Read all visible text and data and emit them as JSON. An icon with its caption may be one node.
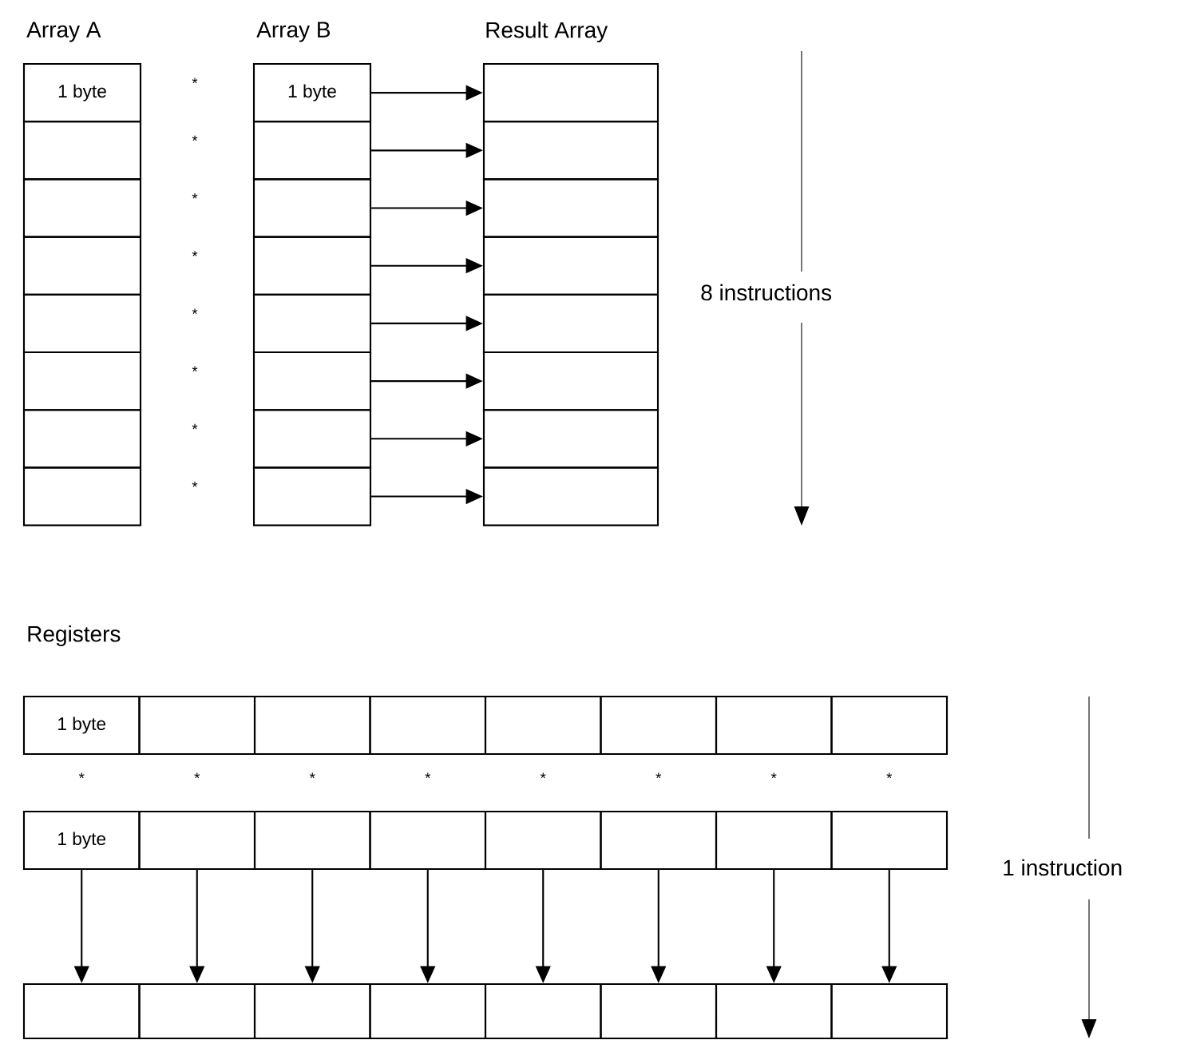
{
  "diagram": {
    "nodes": [
      {
        "text": [
          "1 byte"
        ]
      },
      {
        "text": [],
        "shape": "box"
      },
      {
        "text": [],
        "shape": "box"
      },
      {
        "text": [],
        "shape": "box"
      },
      {
        "text": [],
        "shape": "box"
      },
      {
        "text": [],
        "shape": "box"
      },
      {
        "text": [],
        "shape": "box"
      },
      {
        "text": [],
        "shape": "box"
      },
      {
        "text": [
          "1 byte"
        ]
      },
      {
        "text": [],
        "shape": "box"
      },
      {
        "text": [],
        "shape": "box"
      },
      {
        "text": [],
        "shape": "box"
      },
      {
        "text": [],
        "shape": "box"
      },
      {
        "text": [],
        "shape": "box"
      },
      {
        "text": [],
        "shape": "box"
      },
      {
        "text": [],
        "shape": "box"
      },
      {
        "text": [],
        "shape": "box"
      },
      {
        "text": [],
        "shape": "box"
      },
      {
        "text": [],
        "shape": "box"
      },
      {
        "text": [],
        "shape": "box"
      },
      {
        "text": [],
        "shape": "box"
      },
      {
        "text": [],
        "shape": "box"
      },
      {
        "text": [],
        "shape": "box"
      },
      {
        "text": [],
        "shape": "box"
      },
      {
        "text": [
          "1 byte"
        ]
      },
      {
        "text": [],
        "shape": "box"
      },
      {
        "text": [],
        "shape": "box"
      },
      {
        "text": [],
        "shape": "box"
      },
      {
        "text": [],
        "shape": "box"
      },
      {
        "text": [],
        "shape": "box"
      },
      {
        "text": [],
        "shape": "box"
      },
      {
        "text": [],
        "shape": "box"
      },
      {
        "text": [
          "1 byte"
        ]
      },
      {
        "text": [],
        "shape": "box"
      },
      {
        "text": [],
        "shape": "box"
      },
      {
        "text": [],
        "shape": "box"
      },
      {
        "text": [],
        "shape": "box"
      },
      {
        "text": [],
        "shape": "box"
      },
      {
        "text": [],
        "shape": "box"
      },
      {
        "text": [],
        "shape": "box"
      },
      {
        "text": [],
        "shape": "box"
      },
      {
        "text": [],
        "shape": "box"
      },
      {
        "text": [],
        "shape": "box"
      },
      {
        "text": [],
        "shape": "box"
      },
      {
        "text": [],
        "shape": "box"
      },
      {
        "text": [],
        "shape": "box"
      },
      {
        "text": [],
        "shape": "box"
      },
      {
        "text": [],
        "shape": "box"
      }
    ],
    "edges": [
      {
        "from": 8,
        "to": 16,
        "arrow": "to"
      },
      {
        "from": 9,
        "to": 17,
        "arrow": "to"
      },
      {
        "from": 10,
        "to": 18,
        "arrow": "to"
      },
      {
        "from": 11,
        "to": 19,
        "arrow": "to"
      },
      {
        "from": 12,
        "to": 20,
        "arrow": "to"
      },
      {
        "from": 13,
        "to": 21,
        "arrow": "to"
      },
      {
        "from": 14,
        "to": 22,
        "arrow": "to"
      },
      {
        "from": 15,
        "to": 23,
        "arrow": "to"
      },
      {
        "from": 32,
        "to": 40,
        "arrow": "to"
      },
      {
        "from": 33,
        "to": 41,
        "arrow": "to"
      },
      {
        "from": 34,
        "to": 42,
        "arrow": "to"
      },
      {
        "from": 35,
        "to": 43,
        "arrow": "to"
      },
      {
        "from": 36,
        "to": 44,
        "arrow": "to"
      },
      {
        "from": 37,
        "to": 45,
        "arrow": "to"
      },
      {
        "from": 38,
        "to": 46,
        "arrow": "to"
      },
      {
        "from": 39,
        "to": 47,
        "arrow": "to"
      }
    ],
    "labels": [
      "Array A",
      "Array B",
      "Result Array",
      "*",
      "*",
      "*",
      "*",
      "*",
      "*",
      "*",
      "*",
      "8 instructions",
      "Registers",
      "*",
      "*",
      "*",
      "*",
      "*",
      "*",
      "*",
      "*",
      "1 instruction"
    ]
  }
}
